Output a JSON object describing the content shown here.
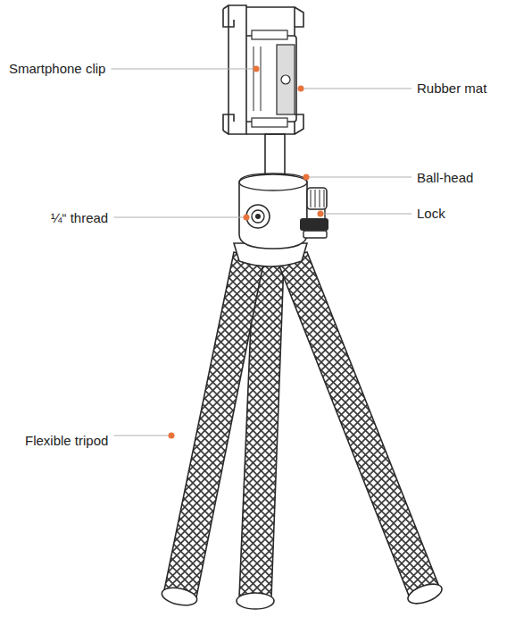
{
  "diagram": {
    "labels": [
      "Smartphone clip",
      "Rubber mat",
      "Ball-head",
      "¼“ thread",
      "Lock",
      "Flexible tripod"
    ]
  }
}
